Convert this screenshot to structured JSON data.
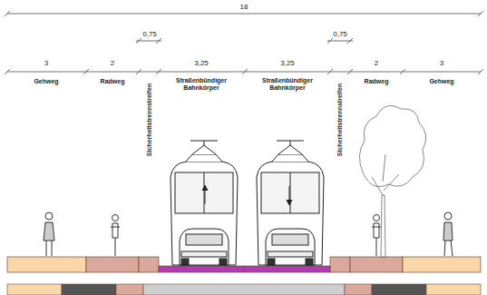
{
  "diagram": {
    "labels": [
      "18",
      "0,75",
      "0,75",
      "3",
      "2",
      "3,25",
      "3,25",
      "2",
      "3",
      "Gehweg",
      "Radweg",
      "Sicherheitstrennstreifen",
      "Straßenbündiger Bahnkörper",
      "Straßenbündiger Bahnkörper",
      "Sicherheitstrennstreifen",
      "Radweg",
      "Gehweg"
    ]
  }
}
